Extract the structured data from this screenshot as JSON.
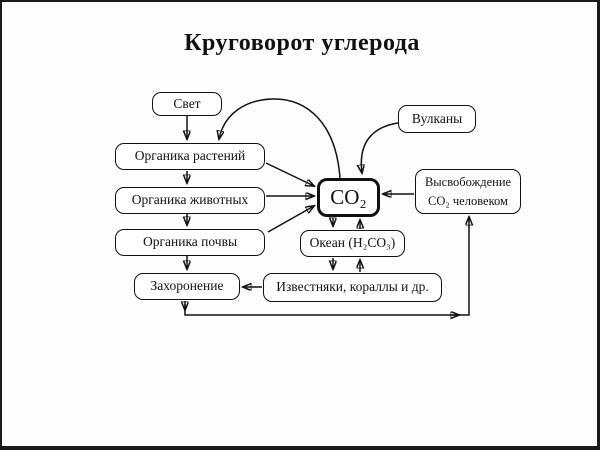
{
  "title": "Круговорот углерода",
  "nodes": {
    "svet": {
      "label": "Свет"
    },
    "plants": {
      "label": "Органика растений"
    },
    "animals": {
      "label": "Органика животных"
    },
    "soil": {
      "label": "Органика почвы"
    },
    "burial": {
      "label": "Захоронение"
    },
    "co2": {
      "label": "CO₂"
    },
    "volcanoes": {
      "label": "Вулканы"
    },
    "human": {
      "label": "Высвобождение CO₂ человеком"
    },
    "ocean": {
      "label": "Океан (H₂CO₃)"
    },
    "limestone": {
      "label": "Известняки, кораллы и др."
    }
  },
  "colors": {
    "line": "#111111",
    "background": "#fdfdfd",
    "frame": "#1a1a1a"
  }
}
